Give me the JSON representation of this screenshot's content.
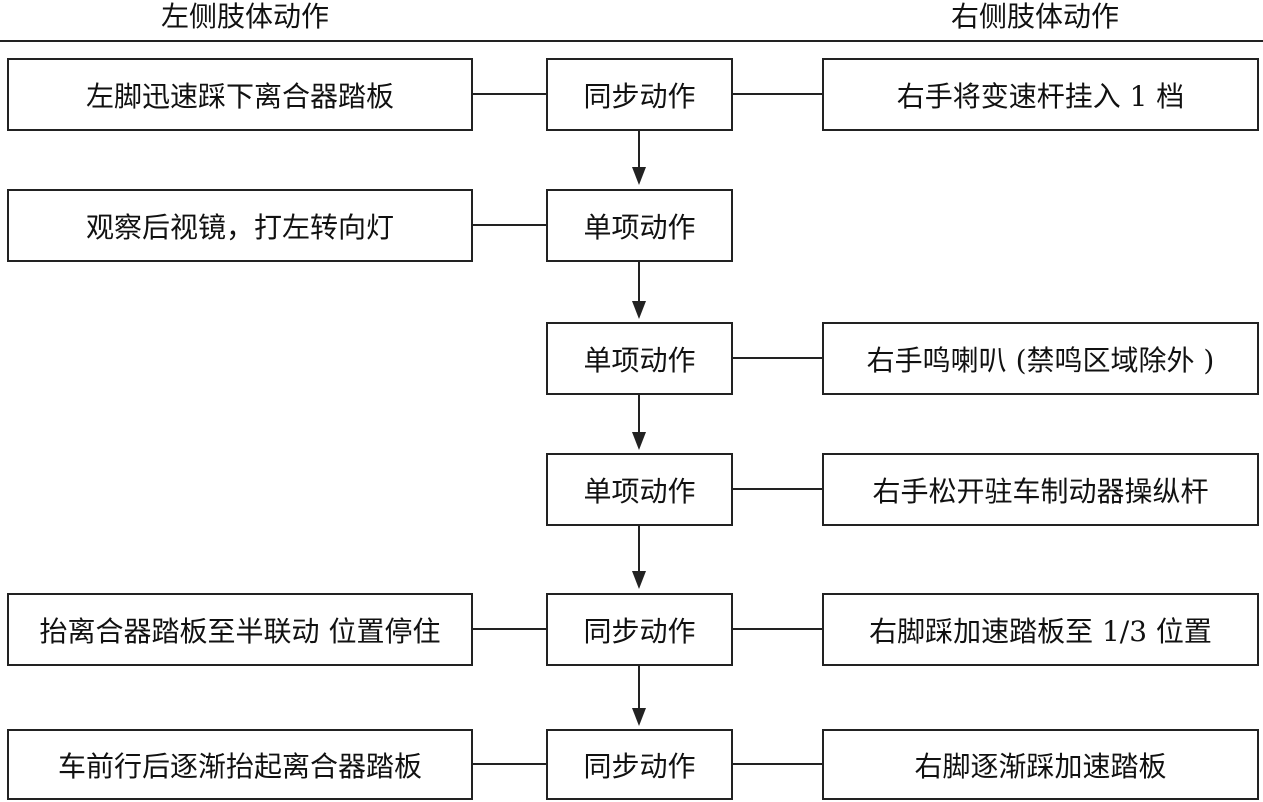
{
  "headers": {
    "left": "左侧肢体动作",
    "right": "右侧肢体动作"
  },
  "rows": [
    {
      "left": "左脚迅速踩下离合器踏板",
      "center": "同步动作",
      "right": "右手将变速杆挂入 1 档"
    },
    {
      "left": "观察后视镜，打左转向灯",
      "center": "单项动作",
      "right": ""
    },
    {
      "left": "",
      "center": "单项动作",
      "right": "右手鸣喇叭 (禁鸣区域除外 )"
    },
    {
      "left": "",
      "center": "单项动作",
      "right": "右手松开驻车制动器操纵杆"
    },
    {
      "left": "抬离合器踏板至半联动 位置停住",
      "center": "同步动作",
      "right": "右脚踩加速踏板至 1/3 位置"
    },
    {
      "left": "车前行后逐渐抬起离合器踏板",
      "center": "同步动作",
      "right": "右脚逐渐踩加速踏板"
    }
  ]
}
